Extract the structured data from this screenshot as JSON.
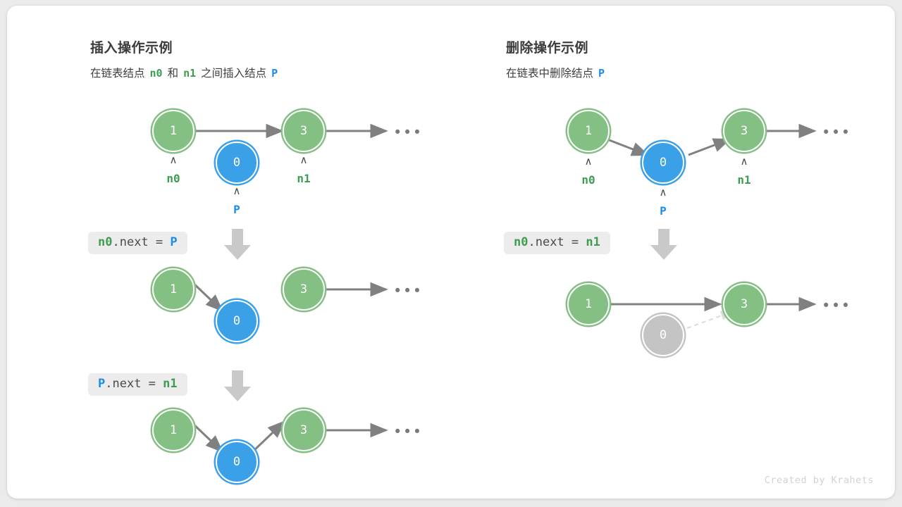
{
  "panels": [
    {
      "title": "插入操作示例",
      "subtitle_prefix": "在链表结点",
      "subtitle_n0": "n0",
      "subtitle_mid": "和",
      "subtitle_n1": "n1",
      "subtitle_suffix": "之间插入结点",
      "subtitle_p": "P",
      "steps": [
        {
          "code_a": "n0",
          "code_b": ".next = ",
          "code_c": "P",
          "arrow": "down-arrow"
        },
        {
          "code_a": "P",
          "code_b": ".next = ",
          "code_c": "n1",
          "arrow": "down-arrow"
        }
      ],
      "rows": [
        {
          "nodes": [
            {
              "value": "1",
              "color": "green",
              "pointer": "n0",
              "pointer_color": "green"
            },
            {
              "value": "0",
              "color": "blue",
              "pointer": "P",
              "pointer_color": "blue"
            },
            {
              "value": "3",
              "color": "green",
              "pointer": "n1",
              "pointer_color": "green"
            }
          ],
          "ellipsis": "•••"
        },
        {
          "nodes": [
            {
              "value": "1",
              "color": "green"
            },
            {
              "value": "0",
              "color": "blue"
            },
            {
              "value": "3",
              "color": "green"
            }
          ],
          "ellipsis": "•••"
        },
        {
          "nodes": [
            {
              "value": "1",
              "color": "green"
            },
            {
              "value": "0",
              "color": "blue"
            },
            {
              "value": "3",
              "color": "green"
            }
          ],
          "ellipsis": "•••"
        }
      ]
    },
    {
      "title": "删除操作示例",
      "subtitle_prefix": "在链表中删除结点",
      "subtitle_p": "P",
      "steps": [
        {
          "code_a": "n0",
          "code_b": ".next = ",
          "code_c": "n1",
          "arrow": "down-arrow"
        }
      ],
      "rows": [
        {
          "nodes": [
            {
              "value": "1",
              "color": "green",
              "pointer": "n0",
              "pointer_color": "green"
            },
            {
              "value": "0",
              "color": "blue",
              "pointer": "P",
              "pointer_color": "blue"
            },
            {
              "value": "3",
              "color": "green",
              "pointer": "n1",
              "pointer_color": "green"
            }
          ],
          "ellipsis": "•••"
        },
        {
          "nodes": [
            {
              "value": "1",
              "color": "green"
            },
            {
              "value": "0",
              "color": "gray"
            },
            {
              "value": "3",
              "color": "green"
            }
          ],
          "ellipsis": "•••"
        }
      ]
    }
  ],
  "caret": "∧",
  "credit": "Created by Krahets",
  "colors": {
    "green": "#84bf84",
    "blue": "#3aa0e8",
    "gray": "#c4c4c4",
    "green_text": "#3f9c52",
    "blue_text": "#1b8ce8",
    "edge": "#808080"
  }
}
